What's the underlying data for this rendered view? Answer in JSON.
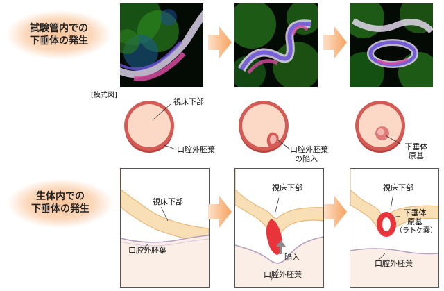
{
  "row_labels": {
    "in_vitro_line1": "試験管内での",
    "in_vitro_line2": "下垂体の発生",
    "in_vivo_line1": "生体内での",
    "in_vivo_line2": "下垂体の発生"
  },
  "schematic_caption": "[模式図]",
  "schematic": {
    "hypothalamus": "視床下部",
    "oral_ectoderm": "口腔外胚葉",
    "oral_ectoderm_b": "口腔外胚葉",
    "invagination": "の陥入",
    "pituitary_primordium_line1": "下垂体",
    "pituitary_primordium_line2": "原基"
  },
  "in_vivo": {
    "p1_hypothalamus": "視床下部",
    "p1_oral_ectoderm": "口腔外胚葉",
    "p2_hypothalamus": "視床下部",
    "p2_invagination": "陥入",
    "p2_oral_ectoderm": "口腔外胚葉",
    "p3_hypothalamus": "視床下部",
    "p3_primordium_line1": "下垂体",
    "p3_primordium_line2": "原基",
    "p3_rathke": "（ラトケ嚢）",
    "p3_oral_ectoderm": "口腔外胚葉"
  },
  "colors": {
    "label_blob": "#f9c49a",
    "arrow": "#f6a25f",
    "hypothalamus_fill": "#f8dfb6",
    "hypothalamus_edge": "#e8b878",
    "oral_ectoderm_fill": "#fbeee6",
    "oral_ectoderm_edge": "#b5a0bf",
    "invagination_red": "#e8343b",
    "disc_fill": "#fbd9c6",
    "disc_ring": "#d45a55",
    "photo_bg": "#050805"
  },
  "icons": [
    "right-arrow-icon",
    "up-arrow-icon"
  ]
}
